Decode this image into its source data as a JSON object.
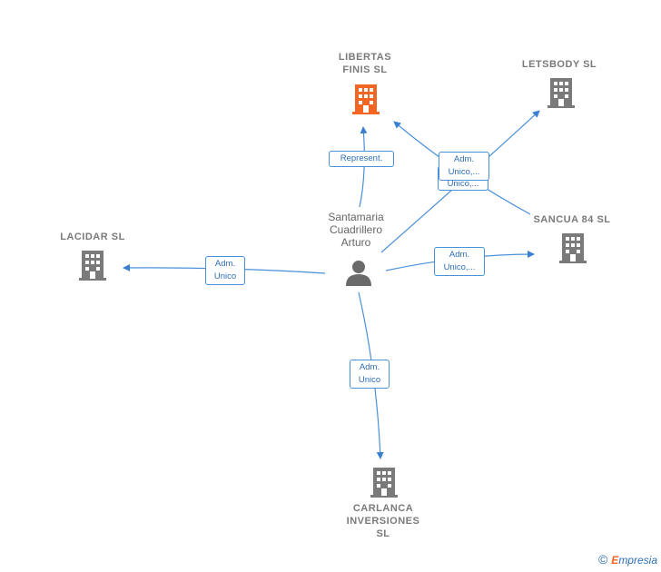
{
  "center": {
    "name_lines": [
      "Santamaria",
      "Cuadrillero",
      "Arturo"
    ],
    "icon": "person-icon"
  },
  "companies": {
    "libertas": {
      "name_lines": [
        "LIBERTAS",
        "FINIS  SL"
      ],
      "icon": "building-icon",
      "color": "#f26522"
    },
    "letsbody": {
      "name_lines": [
        "LETSBODY SL"
      ],
      "icon": "building-icon",
      "color": "#7a7a7a"
    },
    "sancua": {
      "name_lines": [
        "SANCUA 84  SL"
      ],
      "icon": "building-icon",
      "color": "#7a7a7a"
    },
    "lacidar": {
      "name_lines": [
        "LACIDAR  SL"
      ],
      "icon": "building-icon",
      "color": "#7a7a7a"
    },
    "carlanca": {
      "name_lines": [
        "CARLANCA",
        "INVERSIONES",
        "SL"
      ],
      "icon": "building-icon",
      "color": "#7a7a7a"
    }
  },
  "relations": {
    "libertas": [
      "Represent."
    ],
    "letsbody": [
      "Adm.",
      "Unico,..."
    ],
    "sancua": [
      "Adm.",
      "Unico,..."
    ],
    "lacidar": [
      "Adm.",
      "Unico"
    ],
    "carlanca": [
      "Adm.",
      "Unico"
    ],
    "letsbody_under": [
      "Unico,..."
    ]
  },
  "footer": {
    "copyright": "©",
    "brand_initial": "E",
    "brand_rest": "mpresia"
  },
  "colors": {
    "edge": "#4a90d9",
    "label_border": "#4a90d9",
    "highlight": "#f26522",
    "node": "#7a7a7a"
  }
}
